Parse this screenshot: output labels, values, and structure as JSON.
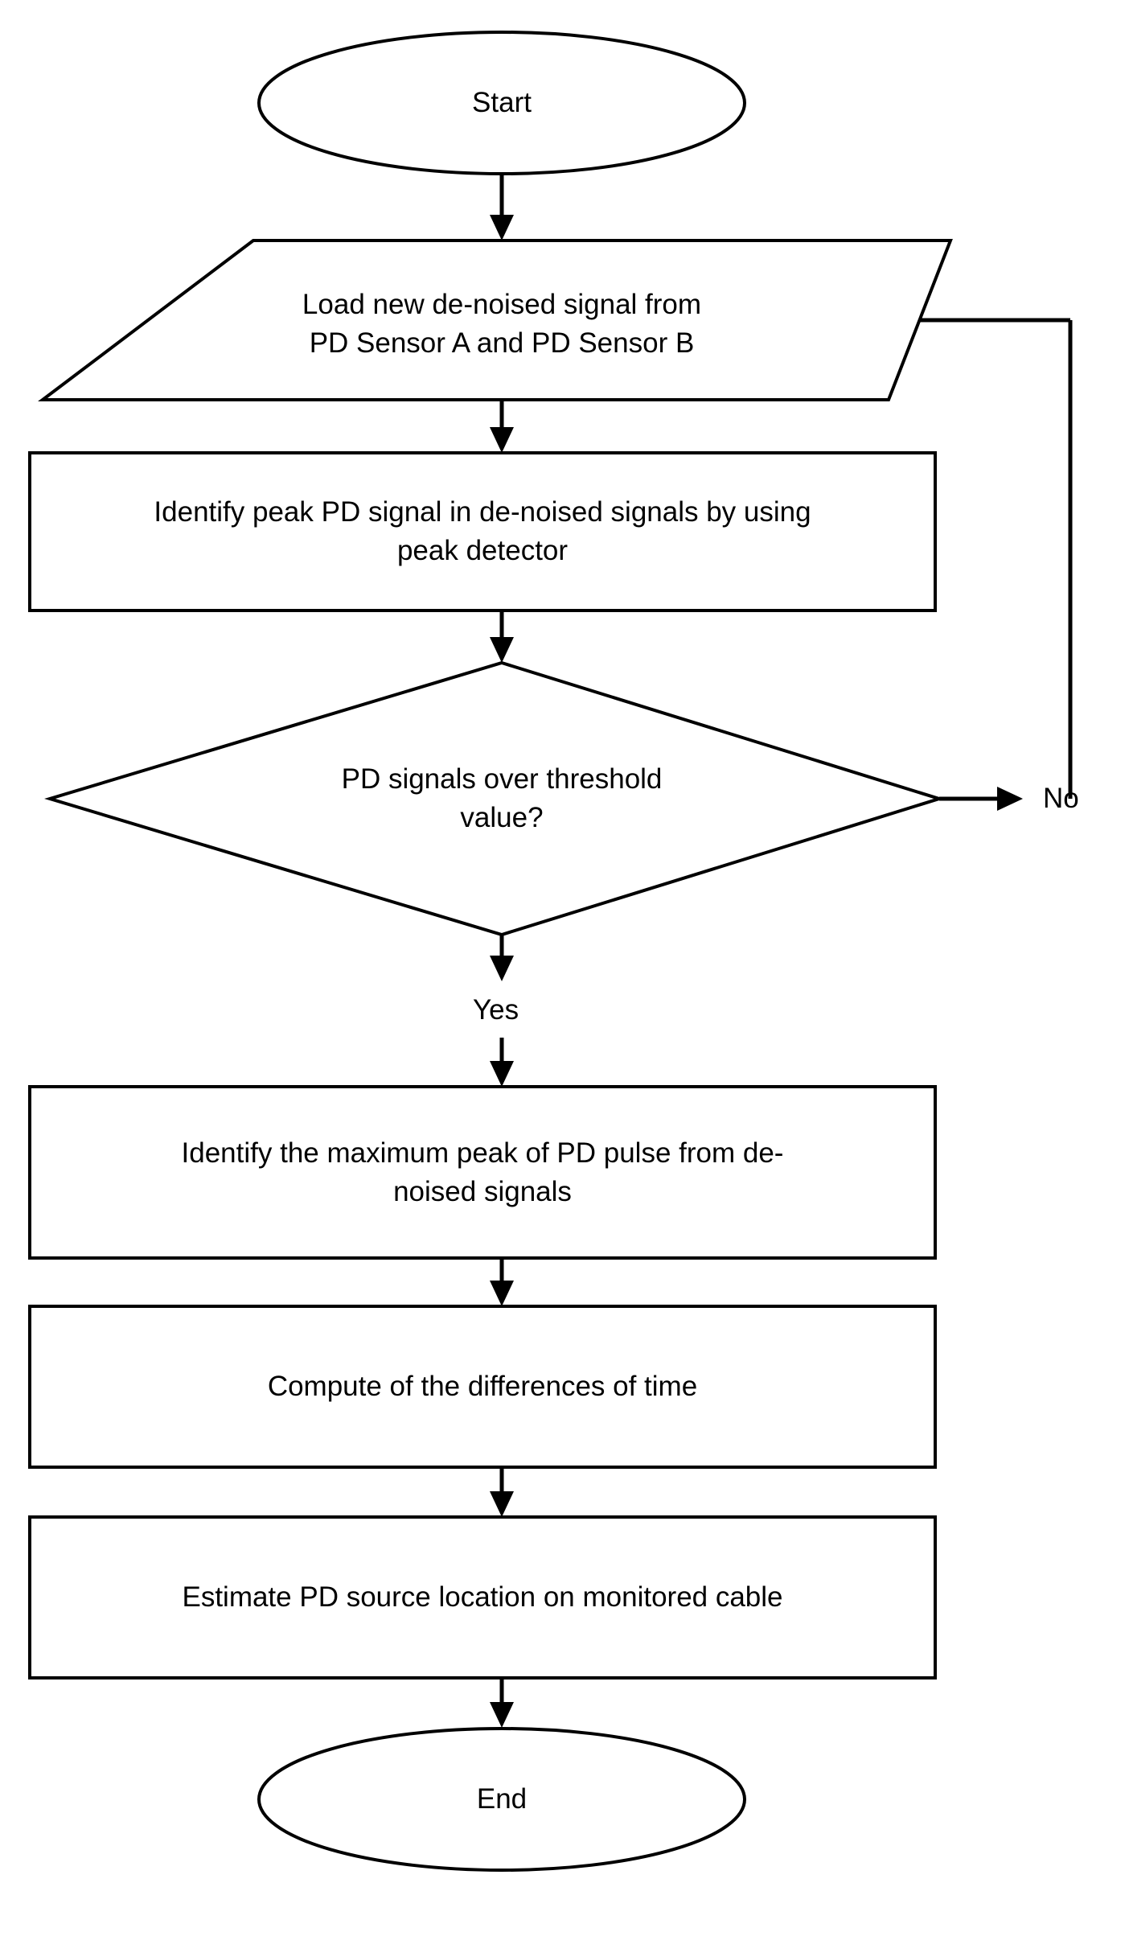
{
  "diagram": {
    "title": "PD source location flowchart",
    "type": "flowchart",
    "background_color": "#ffffff",
    "line_color": "#000000",
    "fill_color": "#ffffff",
    "nodes": [
      {
        "id": "start",
        "shape": "ellipse",
        "label": "Start"
      },
      {
        "id": "load",
        "shape": "parallelogram",
        "label": "Load new de-noised signal from\nPD Sensor A and PD Sensor B"
      },
      {
        "id": "identify",
        "shape": "rectangle",
        "label": "Identify peak PD signal in de-noised signals by using\npeak detector"
      },
      {
        "id": "decision",
        "shape": "diamond",
        "label": "PD signals over threshold\nvalue?"
      },
      {
        "id": "maxpeak",
        "shape": "rectangle",
        "label": "Identify the maximum peak of PD pulse from de-\nnoised signals"
      },
      {
        "id": "compute",
        "shape": "rectangle",
        "label": "Compute of the differences of time"
      },
      {
        "id": "estimate",
        "shape": "rectangle",
        "label": "Estimate PD source location on monitored cable"
      },
      {
        "id": "end",
        "shape": "ellipse",
        "label": "End"
      }
    ],
    "edges": [
      {
        "from": "start",
        "to": "load",
        "label": ""
      },
      {
        "from": "load",
        "to": "identify",
        "label": ""
      },
      {
        "from": "identify",
        "to": "decision",
        "label": ""
      },
      {
        "from": "decision",
        "to": "load",
        "label": "No"
      },
      {
        "from": "decision",
        "to": "maxpeak",
        "label": "Yes"
      },
      {
        "from": "maxpeak",
        "to": "compute",
        "label": ""
      },
      {
        "from": "compute",
        "to": "estimate",
        "label": ""
      },
      {
        "from": "estimate",
        "to": "end",
        "label": ""
      }
    ],
    "edge_labels": {
      "no": "No",
      "yes": "Yes"
    }
  }
}
